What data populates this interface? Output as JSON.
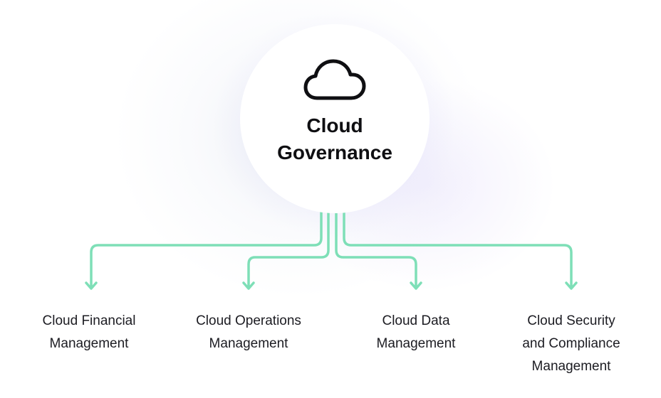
{
  "center": {
    "icon": "cloud-icon",
    "title_line1": "Cloud",
    "title_line2": "Governance"
  },
  "branches": [
    {
      "lines": [
        "Cloud Financial",
        "Management"
      ]
    },
    {
      "lines": [
        "Cloud Operations",
        "Management"
      ]
    },
    {
      "lines": [
        "Cloud Data",
        "Management"
      ]
    },
    {
      "lines": [
        "Cloud Security",
        "and Compliance",
        "Management"
      ]
    }
  ],
  "colors": {
    "connector": "#7edfb7",
    "hub": "#ffffff",
    "glow": "#b0aef6",
    "text": "#0f0f12"
  }
}
